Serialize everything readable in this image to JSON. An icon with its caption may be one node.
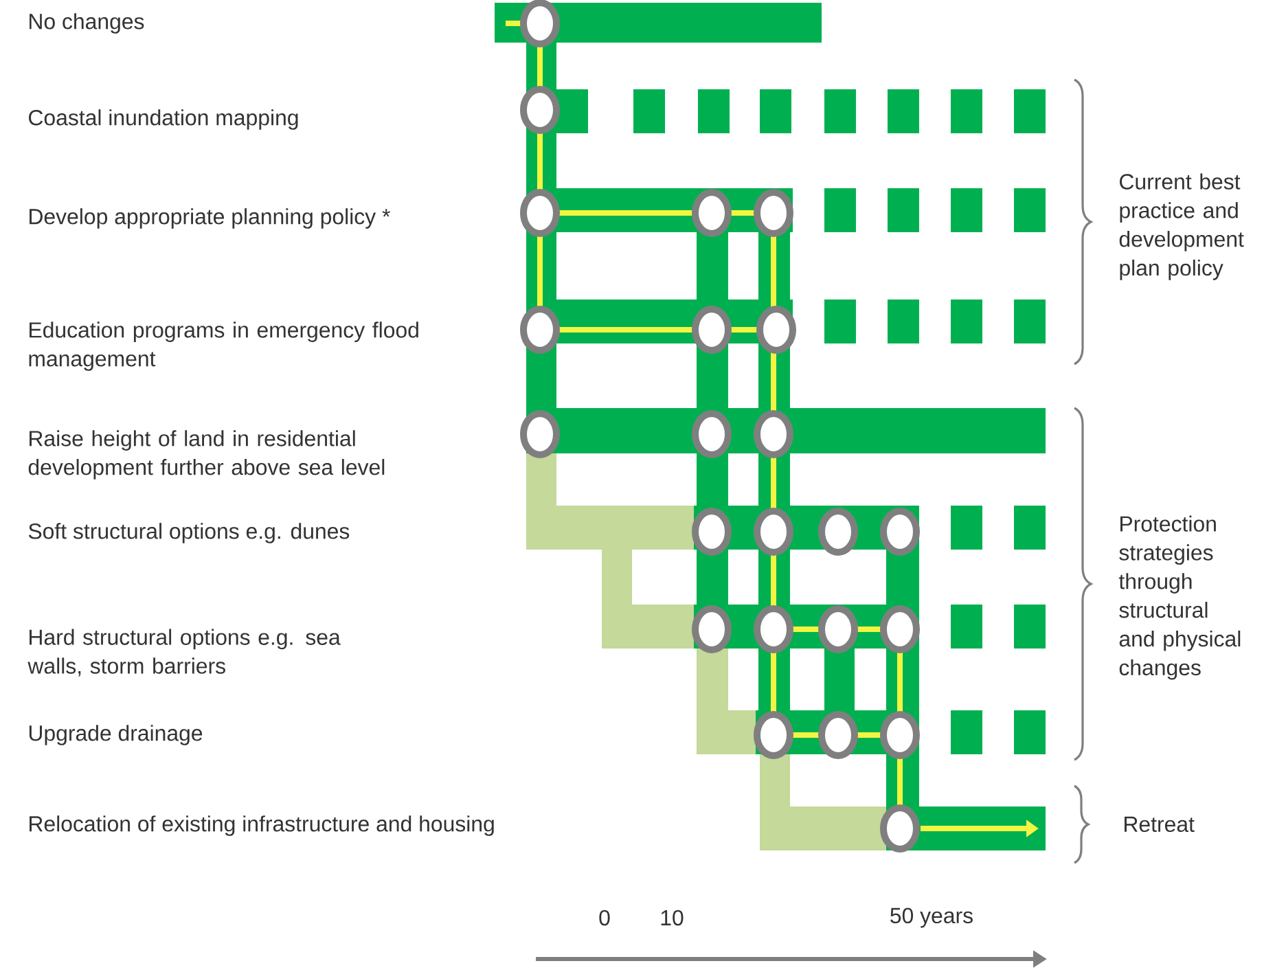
{
  "diagram": {
    "labels": [
      "No changes",
      "Coastal inundation mapping",
      "Develop appropriate planning policy *",
      "Education programs in emergency flood management",
      "Raise height of land in residential development further above sea level",
      "Soft structural options e.g. dunes",
      "Hard structural options e.g. sea walls, storm barriers",
      "Upgrade drainage",
      "Relocation of existing infrastructure and housing",
      "Current best practice and development plan policy",
      "Protection strategies through structural and physical changes",
      "Retreat",
      "0",
      "10",
      "50 years"
    ]
  }
}
